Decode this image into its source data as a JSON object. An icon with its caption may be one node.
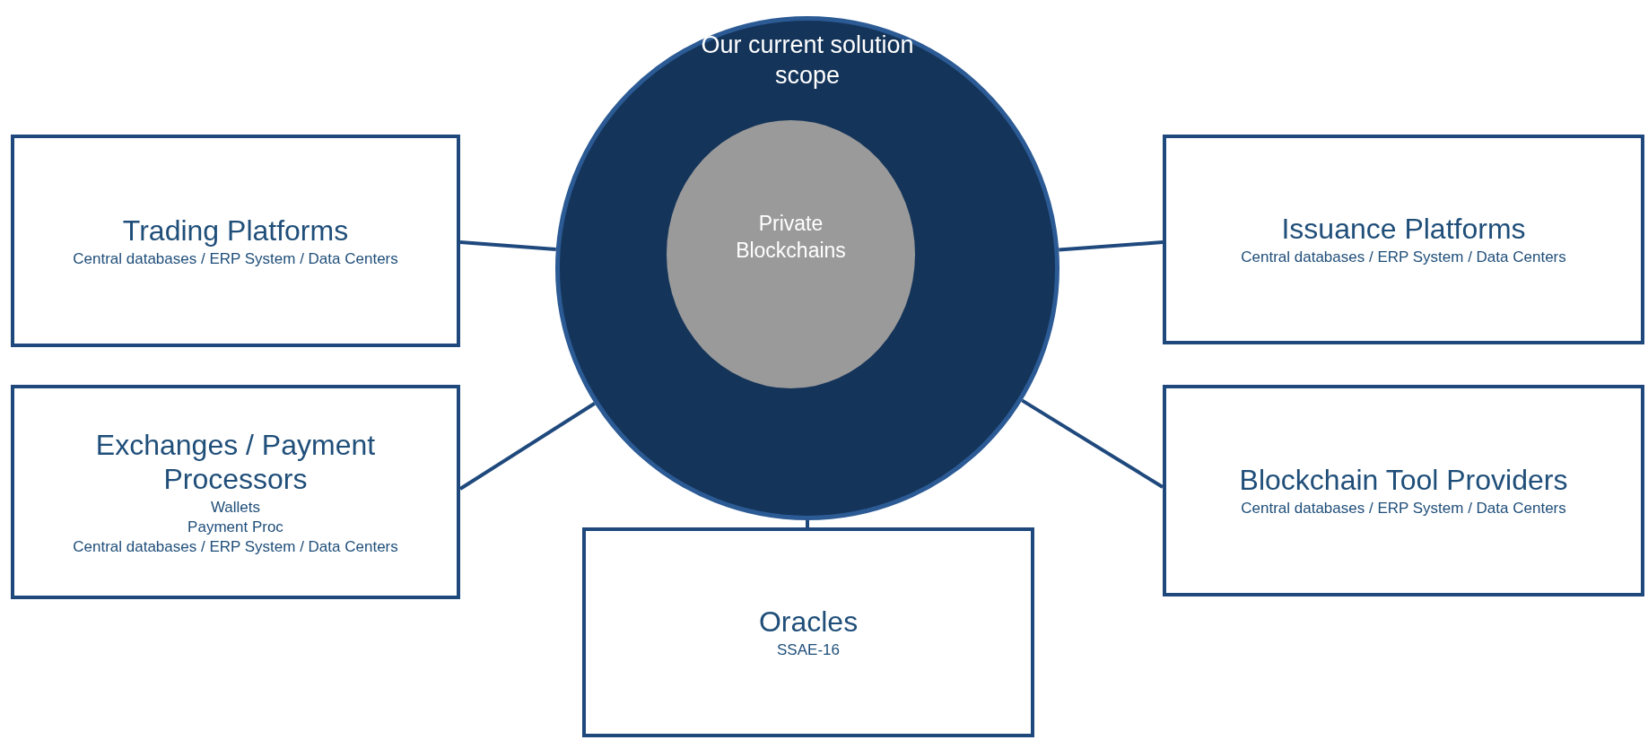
{
  "diagram": {
    "nodes": [
      {
        "text": [
          "Our current solution scope"
        ]
      },
      {
        "text": [
          "Private Blockchains"
        ],
        "in": 0
      },
      {
        "text": [
          "Trading Platforms",
          "Central databases / ERP System / Data Centers"
        ]
      },
      {
        "text": [
          "Issuance Platforms",
          "Central databases / ERP System / Data Centers"
        ]
      },
      {
        "text": [
          "Exchanges / Payment Processors",
          "Wallets",
          "Payment Proc",
          "Central databases / ERP System / Data Centers"
        ]
      },
      {
        "text": [
          "Blockchain Tool Providers",
          "Central databases / ERP System / Data Centers"
        ]
      },
      {
        "text": [
          "Oracles",
          "SSAE-16"
        ]
      }
    ],
    "edges": [
      {
        "from": 2,
        "to": 0,
        "arrow": "none"
      },
      {
        "from": 3,
        "to": 0,
        "arrow": "none"
      },
      {
        "from": 4,
        "to": 0,
        "arrow": "none"
      },
      {
        "from": 5,
        "to": 0,
        "arrow": "none"
      },
      {
        "from": 6,
        "to": 0,
        "arrow": "none"
      }
    ]
  }
}
